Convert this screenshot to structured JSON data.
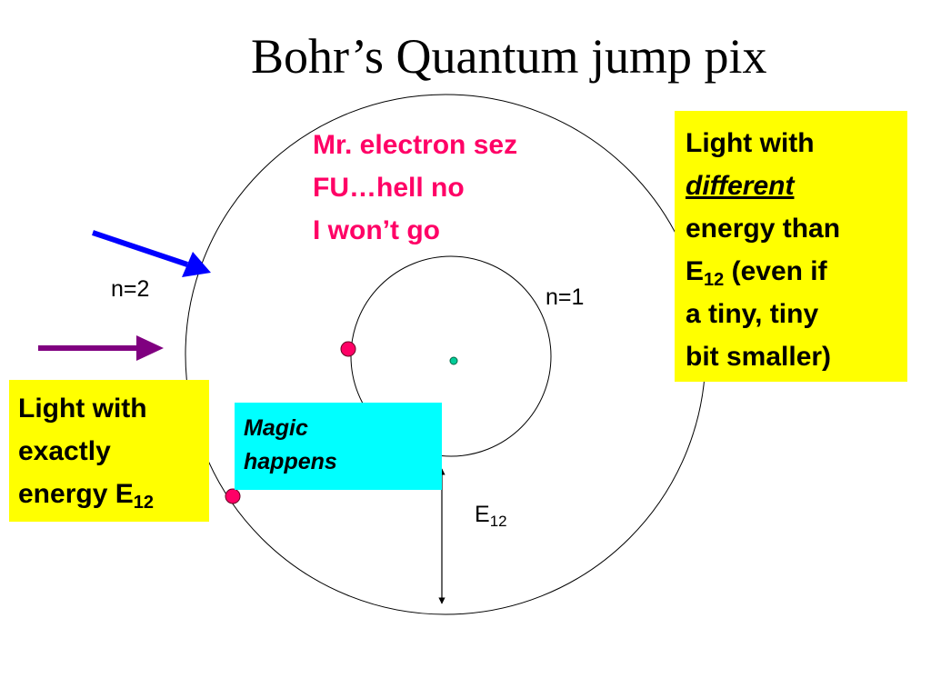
{
  "title": "Bohr’s Quantum jump pix",
  "electron_quote": {
    "line1": "Mr. electron sez",
    "line2": "FU…hell no",
    "line3": "I won’t go"
  },
  "labels": {
    "n2": "n=2",
    "n1": "n=1",
    "e12_base": "E",
    "e12_sub": "12"
  },
  "box_right": {
    "line1": "Light with",
    "line2": "different",
    "line3": "energy than",
    "line4_base": "E",
    "line4_sub": "12",
    "line4_rest": " (even if",
    "line5": "a tiny, tiny",
    "line6": "bit smaller)"
  },
  "box_left": {
    "line1": "Light with",
    "line2": "exactly",
    "line3_base": "energy E",
    "line3_sub": "12"
  },
  "box_magic": {
    "line1": "Magic",
    "line2": "happens"
  },
  "colors": {
    "quote_text": "#ff0066",
    "yellow_box": "#ffff00",
    "cyan_box": "#00ffff",
    "blue_arrow": "#0000ff",
    "purple_arrow": "#800080",
    "electron": "#ff0066",
    "nucleus": "#00cc99"
  },
  "icons": {
    "blue_arrow": "arrow-icon",
    "purple_arrow": "arrow-icon",
    "electron": "dot-icon",
    "nucleus": "dot-icon"
  }
}
